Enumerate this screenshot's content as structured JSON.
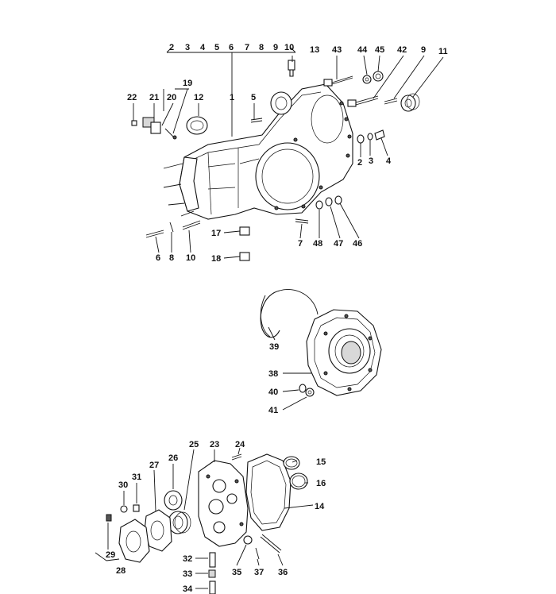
{
  "labels": [
    "1",
    "2",
    "3",
    "4",
    "5",
    "6",
    "7",
    "8",
    "9",
    "10",
    "11",
    "12",
    "13",
    "14",
    "15",
    "16",
    "17",
    "18",
    "19",
    "20",
    "21",
    "22",
    "23",
    "24",
    "25",
    "26",
    "27",
    "28",
    "29",
    "30",
    "31",
    "32",
    "33",
    "34",
    "35",
    "36",
    "37",
    "38",
    "39",
    "40",
    "41",
    "42",
    "43",
    "44",
    "45",
    "46",
    "47",
    "48"
  ],
  "top_bar_labels": [
    "2",
    "3",
    "4",
    "5",
    "6",
    "7",
    "8",
    "9",
    "10"
  ]
}
